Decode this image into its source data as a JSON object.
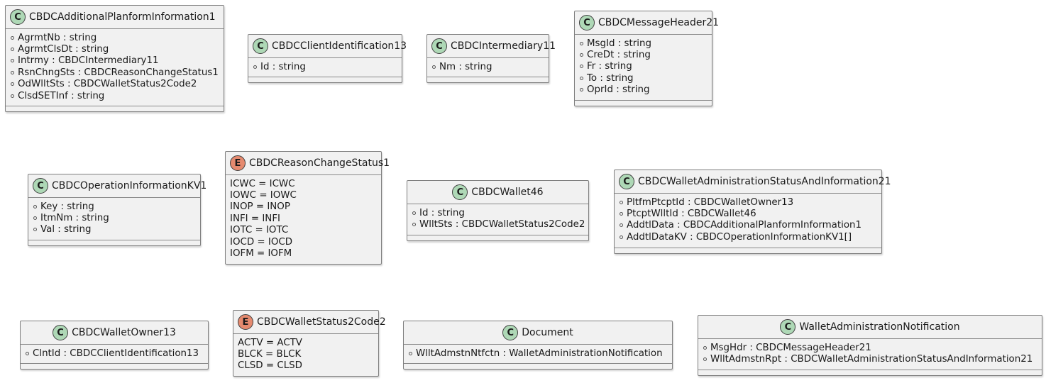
{
  "classes": [
    {
      "name": "CBDCAdditionalPlanformInformation1",
      "kind": "class",
      "fields": [
        "AgrmtNb : string",
        "AgrmtClsDt : string",
        "Intrmy : CBDCIntermediary11",
        "RsnChngSts : CBDCReasonChangeStatus1",
        "OdWlltSts : CBDCWalletStatus2Code2",
        "ClsdSETInf : string"
      ]
    },
    {
      "name": "CBDCClientIdentification13",
      "kind": "class",
      "fields": [
        "Id : string"
      ]
    },
    {
      "name": "CBDCIntermediary11",
      "kind": "class",
      "fields": [
        "Nm : string"
      ]
    },
    {
      "name": "CBDCMessageHeader21",
      "kind": "class",
      "fields": [
        "MsgId : string",
        "CreDt : string",
        "Fr : string",
        "To : string",
        "OprId : string"
      ]
    },
    {
      "name": "CBDCOperationInformationKV1",
      "kind": "class",
      "fields": [
        "Key : string",
        "ItmNm : string",
        "Val : string"
      ]
    },
    {
      "name": "CBDCReasonChangeStatus1",
      "kind": "enum",
      "fields": [
        "ICWC = ICWC",
        "IOWC = IOWC",
        "INOP = INOP",
        "INFI = INFI",
        "IOTC = IOTC",
        "IOCD = IOCD",
        "IOFM = IOFM"
      ]
    },
    {
      "name": "CBDCWallet46",
      "kind": "class",
      "fields": [
        "Id : string",
        "WlltSts : CBDCWalletStatus2Code2"
      ]
    },
    {
      "name": "CBDCWalletAdministrationStatusAndInformation21",
      "kind": "class",
      "fields": [
        "PltfmPtcptId : CBDCWalletOwner13",
        "PtcptWlltId : CBDCWallet46",
        "AddtlData : CBDCAdditionalPlanformInformation1",
        "AddtlDataKV : CBDCOperationInformationKV1[]"
      ]
    },
    {
      "name": "CBDCWalletOwner13",
      "kind": "class",
      "fields": [
        "ClntId : CBDCClientIdentification13"
      ]
    },
    {
      "name": "CBDCWalletStatus2Code2",
      "kind": "enum",
      "fields": [
        "ACTV = ACTV",
        "BLCK = BLCK",
        "CLSD = CLSD"
      ]
    },
    {
      "name": "Document",
      "kind": "class",
      "fields": [
        "WlltAdmstnNtfctn : WalletAdministrationNotification"
      ]
    },
    {
      "name": "WalletAdministrationNotification",
      "kind": "class",
      "fields": [
        "MsgHdr : CBDCMessageHeader21",
        "WlltAdmstnRpt : CBDCWalletAdministrationStatusAndInformation21"
      ]
    }
  ],
  "badges": {
    "class": "C",
    "enum": "E"
  },
  "colors": {
    "class_badge": "#aed8b6",
    "enum_badge": "#e58a6f",
    "box_fill": "#f1f1f1",
    "border": "#7f7f7f"
  }
}
